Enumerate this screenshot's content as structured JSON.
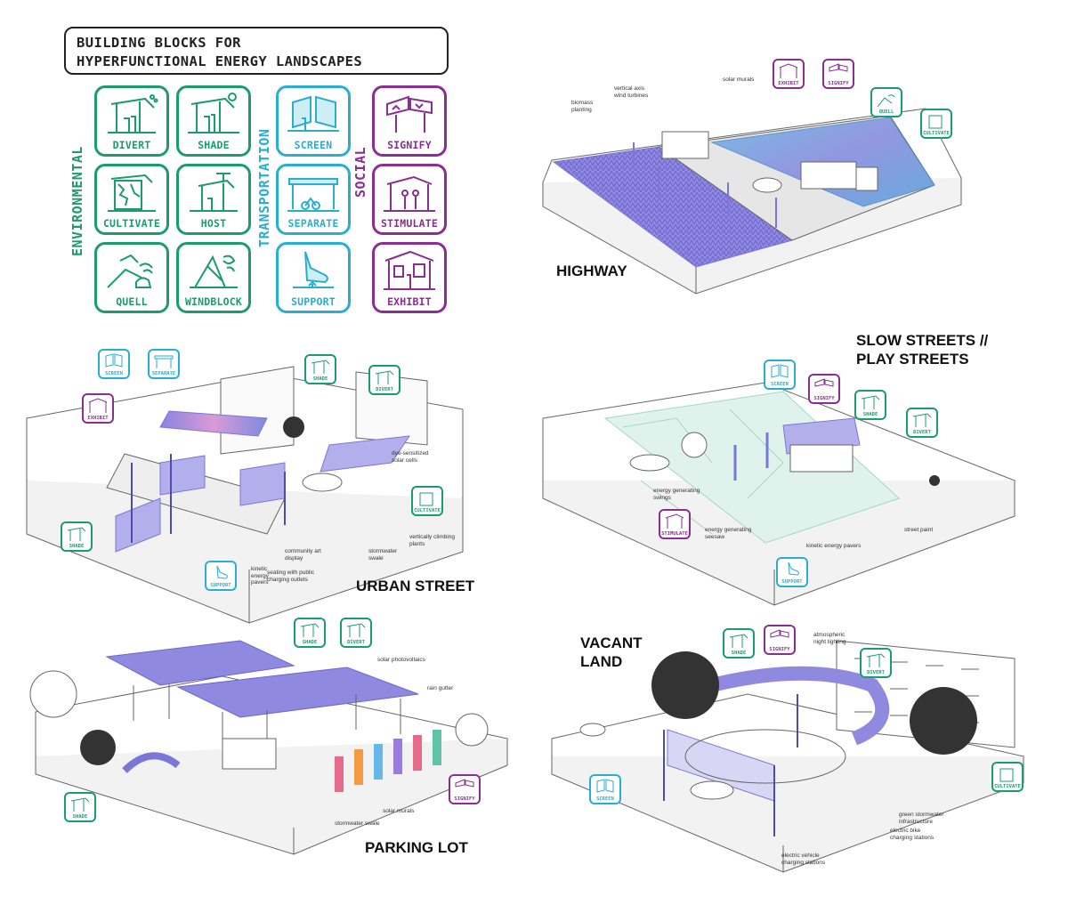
{
  "title": [
    "BUILDING BLOCKS FOR",
    "HYPERFUNCTIONAL ENERGY LANDSCAPES"
  ],
  "categories": {
    "environmental": "ENVIRONMENTAL",
    "transportation": "TRANSPORTATION",
    "social": "SOCIAL"
  },
  "blocks": {
    "divert": "DIVERT",
    "shade": "SHADE",
    "cultivate": "CULTIVATE",
    "host": "HOST",
    "quell": "QUELL",
    "windblock": "WINDBLOCK",
    "screen": "SCREEN",
    "separate": "SEPARATE",
    "support": "SUPPORT",
    "signify": "SIGNIFY",
    "stimulate": "STIMULATE",
    "exhibit": "EXHIBIT"
  },
  "colors": {
    "environmental": "#1a9c6c",
    "transportation": "#2aaed0",
    "social": "#8a2e93",
    "energy": "#7b77d6"
  },
  "scenes": {
    "highway": {
      "title": "HIGHWAY",
      "annotations": {
        "biomass": [
          "biomass",
          "planting"
        ],
        "turbines": [
          "vertical axis",
          "wind turbines"
        ],
        "murals": "solar murals"
      }
    },
    "slow": {
      "title": [
        "SLOW STREETS //",
        "PLAY STREETS"
      ],
      "annotations": {
        "swings": [
          "energy generating",
          "swings"
        ],
        "seesaw": [
          "energy generating",
          "seesaw"
        ],
        "pavers": "kinetic energy pavers",
        "paint": "street paint"
      }
    },
    "urban": {
      "title": "URBAN STREET",
      "annotations": {
        "dye": [
          "dye-sensitized",
          "solar cells"
        ],
        "climbing": [
          "vertically climbing",
          "plants"
        ],
        "swale": [
          "stormwater",
          "swale"
        ],
        "art": [
          "community art",
          "display"
        ],
        "seating": [
          "seating with public",
          "charging outlets"
        ],
        "kinetic": [
          "kinetic",
          "energy",
          "pavers"
        ]
      }
    },
    "parking": {
      "title": "PARKING LOT",
      "annotations": {
        "pv": "solar photovoltaics",
        "gutter": "rain gutter",
        "murals": "solar murals",
        "swale": "stormwater swale"
      }
    },
    "vacant": {
      "title": [
        "VACANT",
        "LAND"
      ],
      "annotations": {
        "lighting": [
          "atmospheric",
          "night lighting"
        ],
        "green": [
          "green stormwater",
          "infrastructure"
        ],
        "bike": [
          "electric bike",
          "charging stations"
        ],
        "ev": [
          "electric vehicle",
          "charging stations"
        ]
      }
    }
  }
}
